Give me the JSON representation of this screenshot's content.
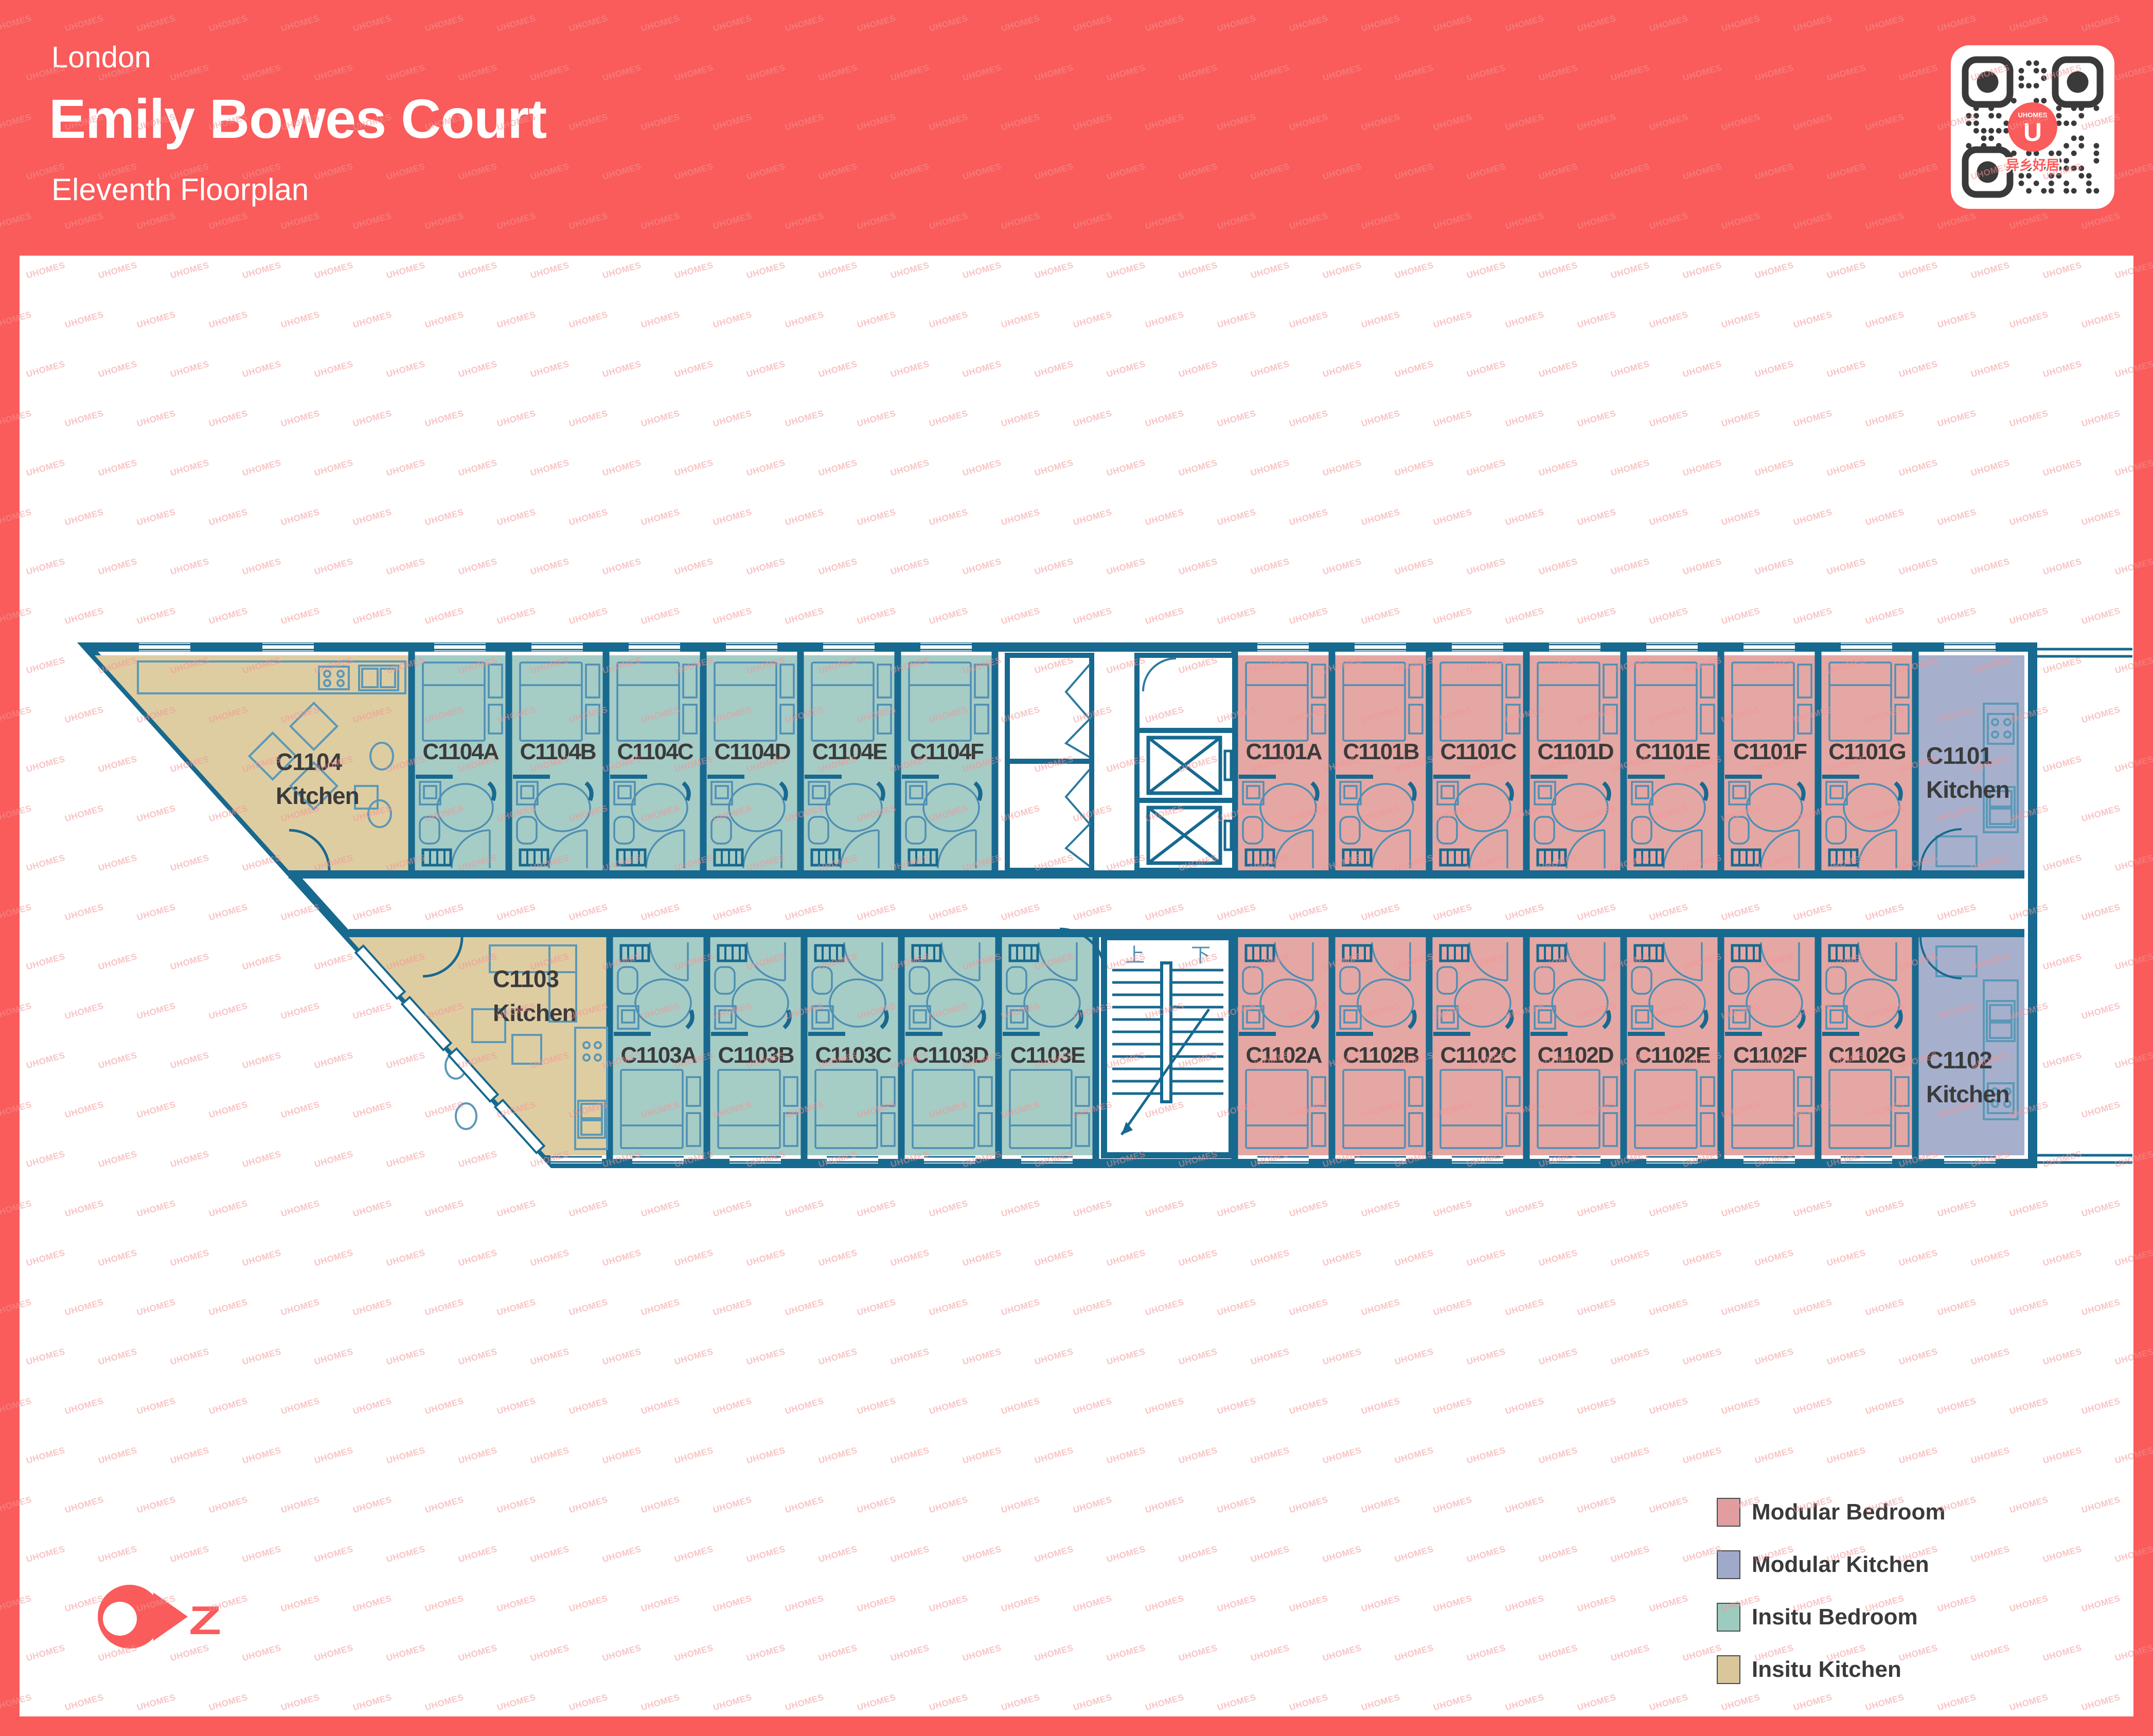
{
  "header": {
    "location": "London",
    "title": "Emily Bowes Court",
    "subtitle": "Eleventh Floorplan"
  },
  "watermark": {
    "text": "UHOMES"
  },
  "qr": {
    "brand": "UHOMES",
    "initial": "U",
    "tagline": "异乡好居"
  },
  "north_indicator": {
    "letter": "Z"
  },
  "floorplan": {
    "stairs": {
      "up": "上",
      "down": "下"
    },
    "flats": {
      "c1104": {
        "id": "C1104",
        "type": "Kitchen",
        "rooms": [
          "C1104A",
          "C1104B",
          "C1104C",
          "C1104D",
          "C1104E",
          "C1104F"
        ]
      },
      "c1101": {
        "id": "C1101",
        "type": "Kitchen",
        "rooms": [
          "C1101A",
          "C1101B",
          "C1101C",
          "C1101D",
          "C1101E",
          "C1101F",
          "C1101G"
        ]
      },
      "c1103": {
        "id": "C1103",
        "type": "Kitchen",
        "rooms": [
          "C1103A",
          "C1103B",
          "C1103C",
          "C1103D",
          "C1103E"
        ]
      },
      "c1102": {
        "id": "C1102",
        "type": "Kitchen",
        "rooms": [
          "C1102A",
          "C1102B",
          "C1102C",
          "C1102D",
          "C1102E",
          "C1102F",
          "C1102G"
        ]
      }
    },
    "colors": {
      "modular_bedroom": "#E5A7A4",
      "modular_kitchen": "#A6B0CD",
      "insitu_bedroom": "#A6CCC6",
      "insitu_kitchen": "#DFCDA2",
      "wall": "#17698F",
      "accent_red": "#FA5B5B"
    }
  },
  "legend": {
    "items": [
      {
        "label": "Modular Bedroom",
        "color": "#E09EA0"
      },
      {
        "label": "Modular Kitchen",
        "color": "#9FA9C9"
      },
      {
        "label": "Insitu Bedroom",
        "color": "#9ECBC0"
      },
      {
        "label": "Insitu Kitchen",
        "color": "#D9C69B"
      }
    ]
  }
}
